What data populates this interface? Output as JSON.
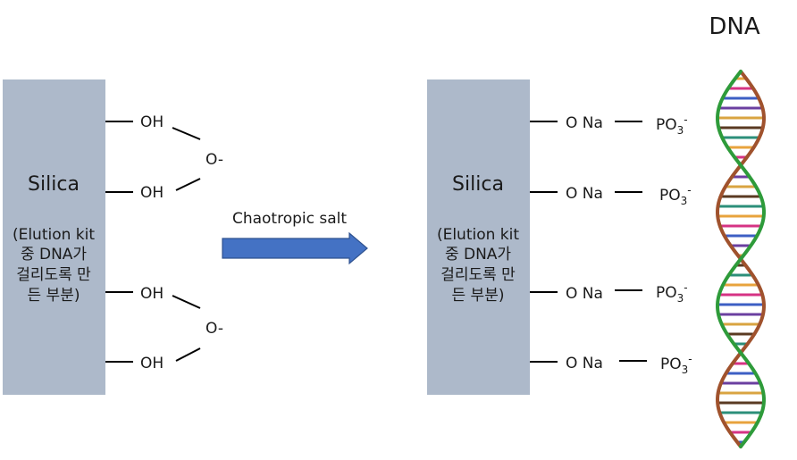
{
  "dna_title": "DNA",
  "arrow_label": "Chaotropic salt",
  "left": {
    "block_title": "Silica",
    "block_note": [
      "(Elution kit",
      "중 DNA가",
      "걸리도록 만",
      "든 부분)"
    ],
    "groups": [
      {
        "top": "OH",
        "bottom": "OH",
        "bridge": "O-"
      },
      {
        "top": "OH",
        "bottom": "OH",
        "bridge": "O-"
      }
    ]
  },
  "right": {
    "block_title": "Silica",
    "block_note": [
      "(Elution kit",
      "중 DNA가",
      "걸리도록 만",
      "든 부분)"
    ],
    "bonds": [
      {
        "label": "O Na",
        "phosphate": "PO",
        "sub": "3",
        "sup": "-"
      },
      {
        "label": "O Na",
        "phosphate": "PO",
        "sub": "3",
        "sup": "-"
      },
      {
        "label": "O Na",
        "phosphate": "PO",
        "sub": "3",
        "sup": "-"
      },
      {
        "label": "O Na",
        "phosphate": "PO",
        "sub": "3",
        "sup": "-"
      }
    ]
  },
  "colors": {
    "silica": "#adb9ca",
    "arrow": "#4472c4",
    "arrow_border": "#2f528f",
    "strand_brown": "#a0522d",
    "strand_green": "#2e9b3a",
    "base_pairs": [
      "#e8a33d",
      "#d63384",
      "#3d5fc4",
      "#6b3fa0",
      "#d9a441",
      "#5a3a22",
      "#2c8f7a"
    ]
  }
}
